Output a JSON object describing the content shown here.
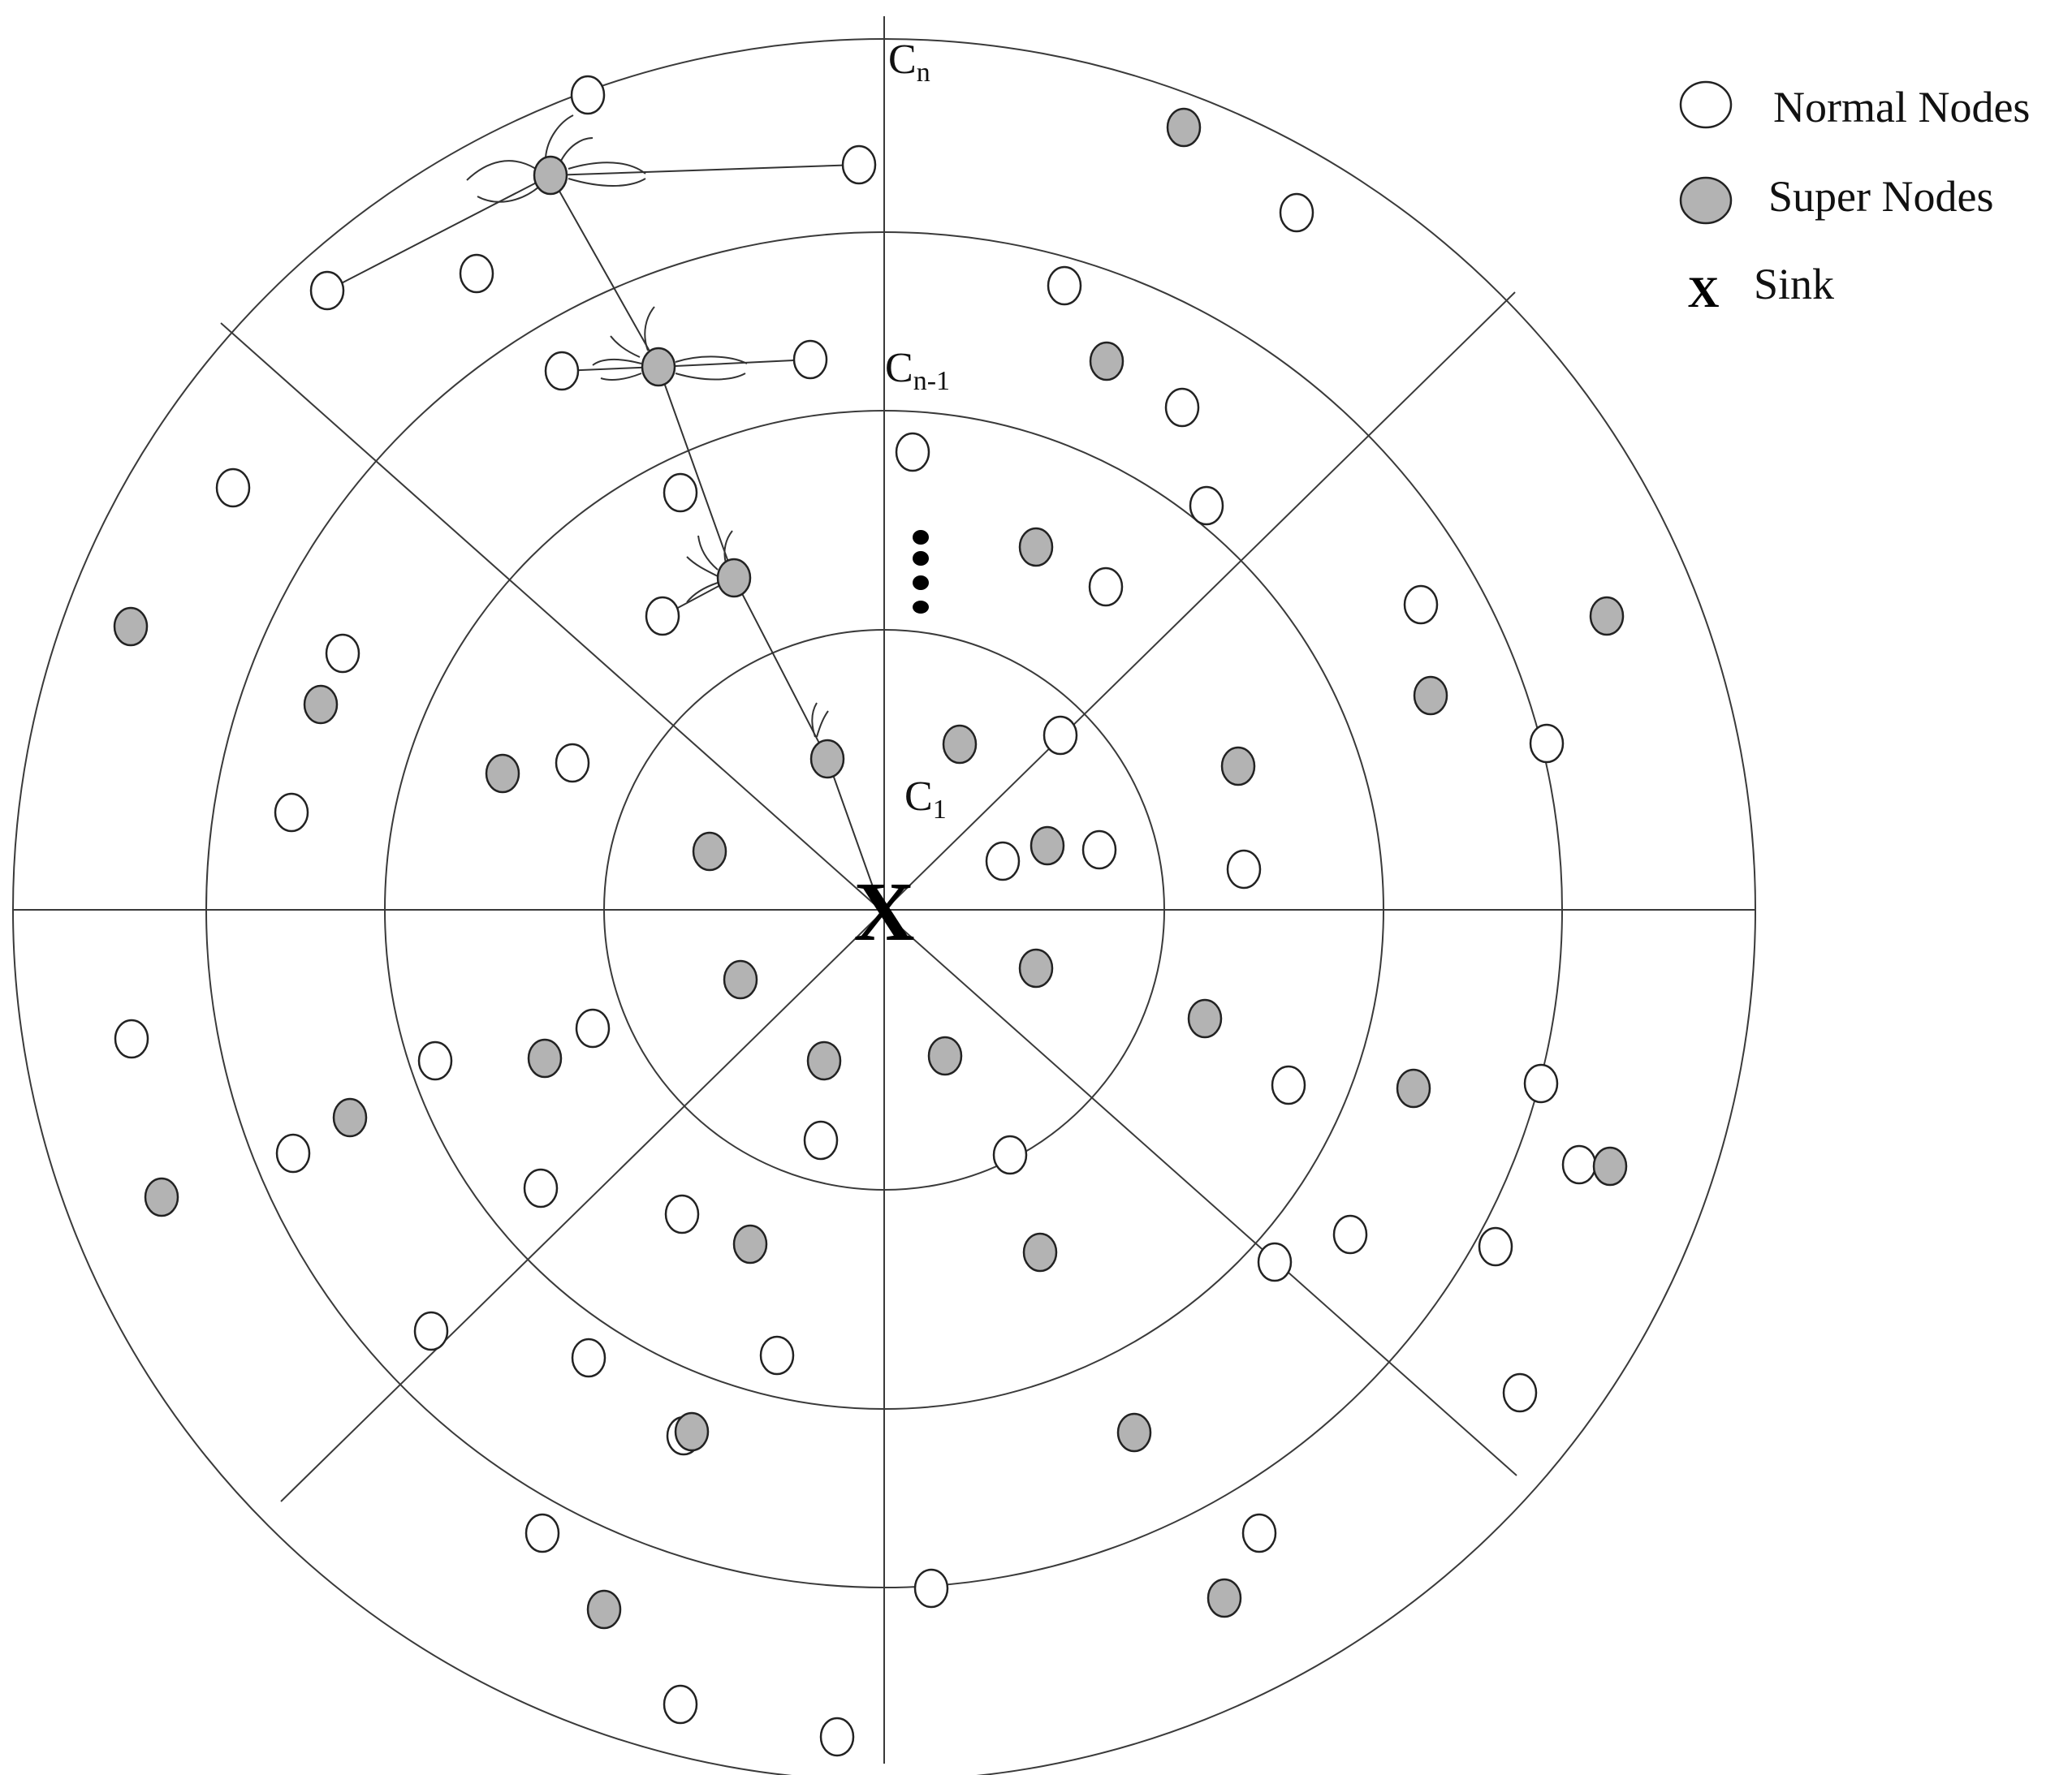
{
  "colors": {
    "line": "#3a3a3a",
    "normal_fill": "#ffffff",
    "super_fill": "#b3b3b3",
    "sink": "#000000"
  },
  "diagram": {
    "ring_labels": [
      {
        "id": "c1",
        "base": "C",
        "sub": "1"
      },
      {
        "id": "cn-1",
        "base": "C",
        "sub": "n-1"
      },
      {
        "id": "cn",
        "base": "C",
        "sub": "n"
      }
    ],
    "sink_symbol": "X",
    "sector_count": 8
  },
  "legend": {
    "items": [
      {
        "id": "normal",
        "label": "Normal Nodes",
        "icon": "white-circle-icon"
      },
      {
        "id": "super",
        "label": "Super Nodes",
        "icon": "grey-circle-icon"
      },
      {
        "id": "sink",
        "label": "Sink",
        "symbol": "X"
      }
    ]
  }
}
